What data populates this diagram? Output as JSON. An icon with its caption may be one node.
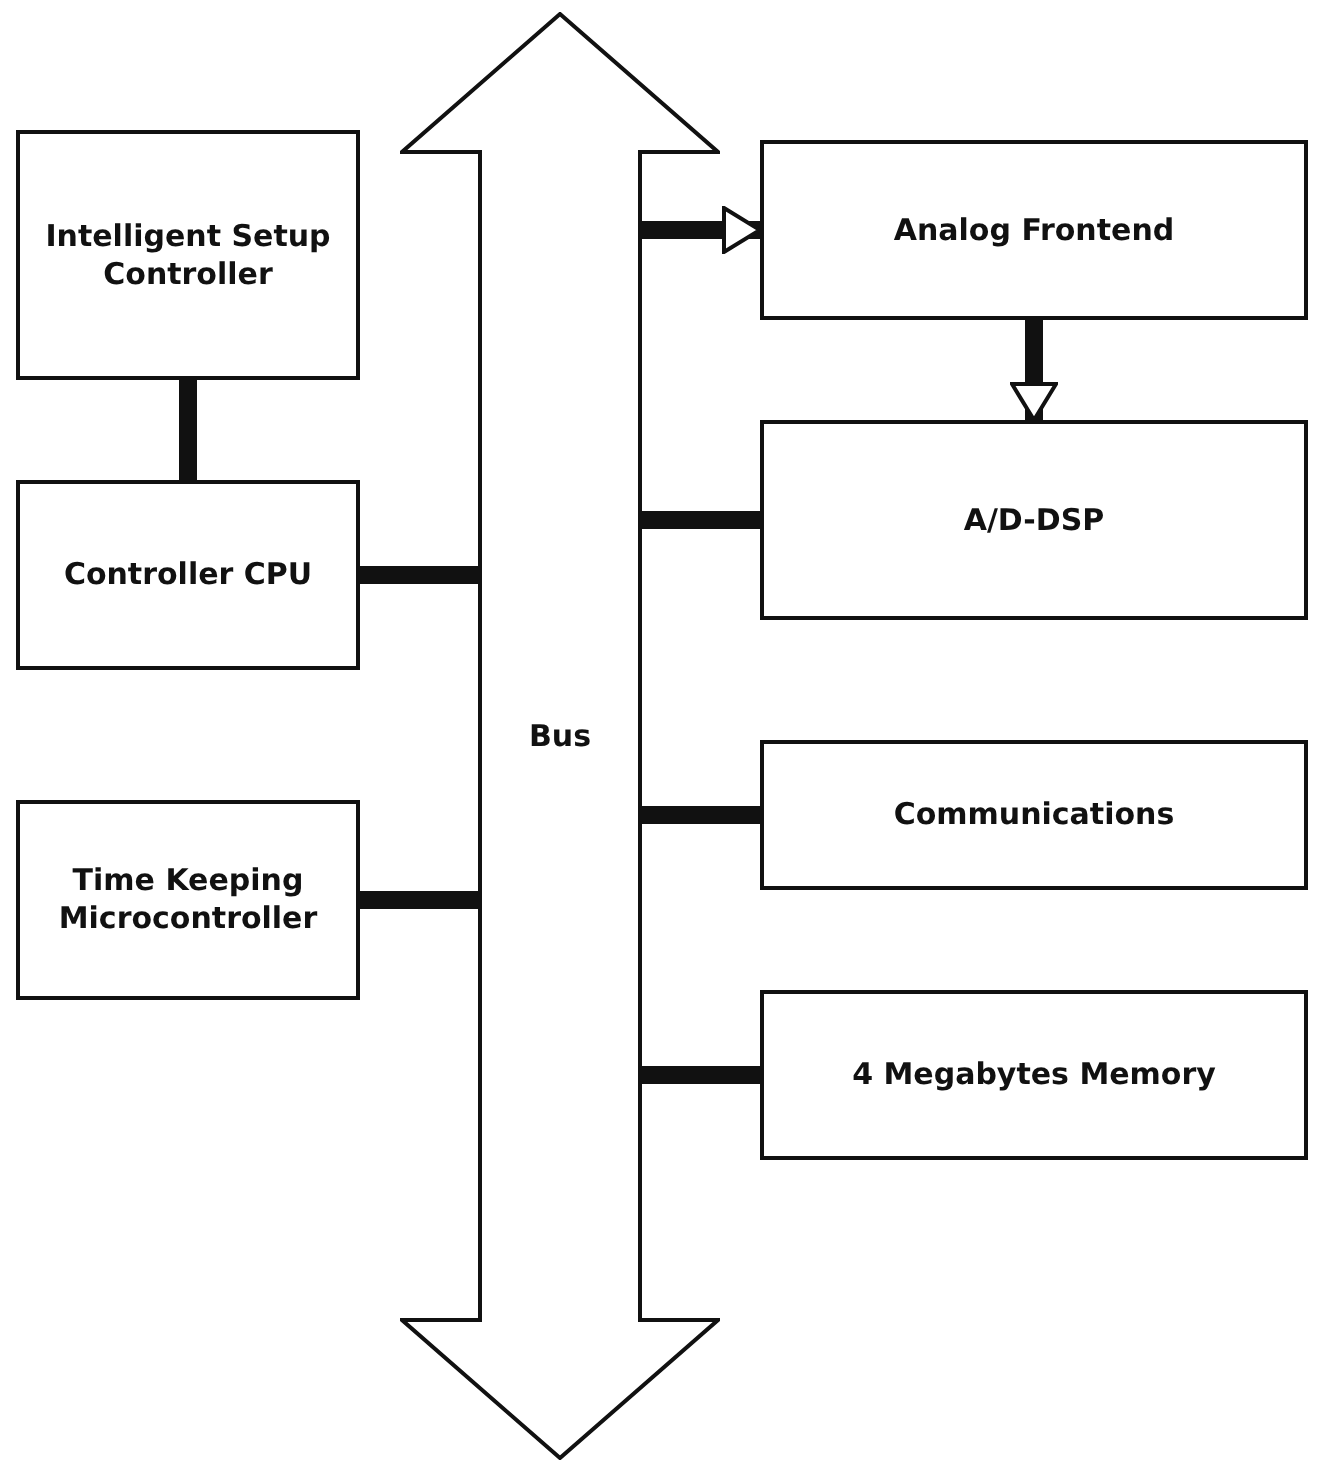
{
  "diagram": {
    "nodes": [
      {
        "text": [
          "Bus"
        ]
      },
      {
        "text": [
          "Intelligent Setup Controller"
        ]
      },
      {
        "text": [
          "Controller CPU"
        ]
      },
      {
        "text": [
          "Time Keeping Microcontroller"
        ]
      },
      {
        "text": [
          "Analog Frontend"
        ]
      },
      {
        "text": [
          "A/D-DSP"
        ]
      },
      {
        "text": [
          "Communications"
        ]
      },
      {
        "text": [
          "4 Megabytes Memory"
        ]
      }
    ],
    "edges": [
      {
        "from": 1,
        "to": 2,
        "arrow": "none"
      },
      {
        "from": 2,
        "to": 0,
        "arrow": "none"
      },
      {
        "from": 3,
        "to": 0,
        "arrow": "none"
      },
      {
        "from": 0,
        "to": 4,
        "arrow": "to"
      },
      {
        "from": 4,
        "to": 5,
        "arrow": "to"
      },
      {
        "from": 5,
        "to": 0,
        "arrow": "none"
      },
      {
        "from": 6,
        "to": 0,
        "arrow": "none"
      },
      {
        "from": 7,
        "to": 0,
        "arrow": "none"
      }
    ]
  }
}
